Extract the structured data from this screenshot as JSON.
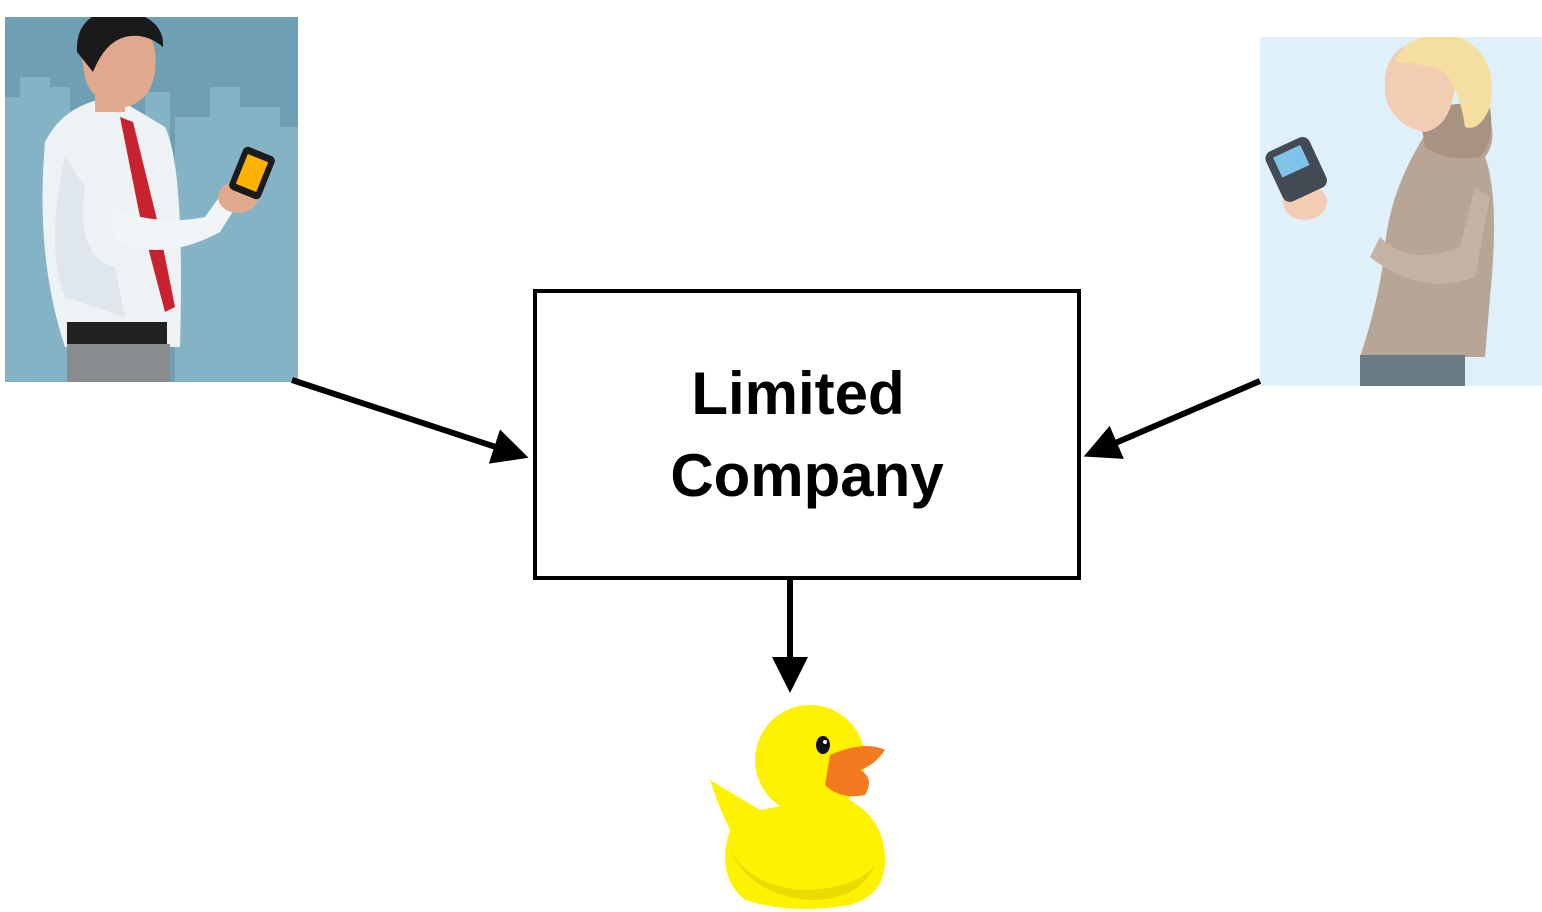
{
  "diagram": {
    "center_box": {
      "lines": [
        "Limited",
        "Company"
      ]
    },
    "nodes": [
      {
        "id": "man",
        "icon": "man-with-phone-icon",
        "background": "#6f9fb3"
      },
      {
        "id": "woman",
        "icon": "woman-with-phone-icon",
        "background": "#dff0fb"
      },
      {
        "id": "duck",
        "icon": "rubber-duck-icon",
        "color": "#fff200"
      }
    ],
    "edges": [
      {
        "from": "man",
        "to": "center_box"
      },
      {
        "from": "woman",
        "to": "center_box"
      },
      {
        "from": "center_box",
        "to": "duck"
      }
    ],
    "colors": {
      "stroke": "#000000",
      "duck_body": "#fff200",
      "duck_beak": "#f47a1f"
    }
  }
}
